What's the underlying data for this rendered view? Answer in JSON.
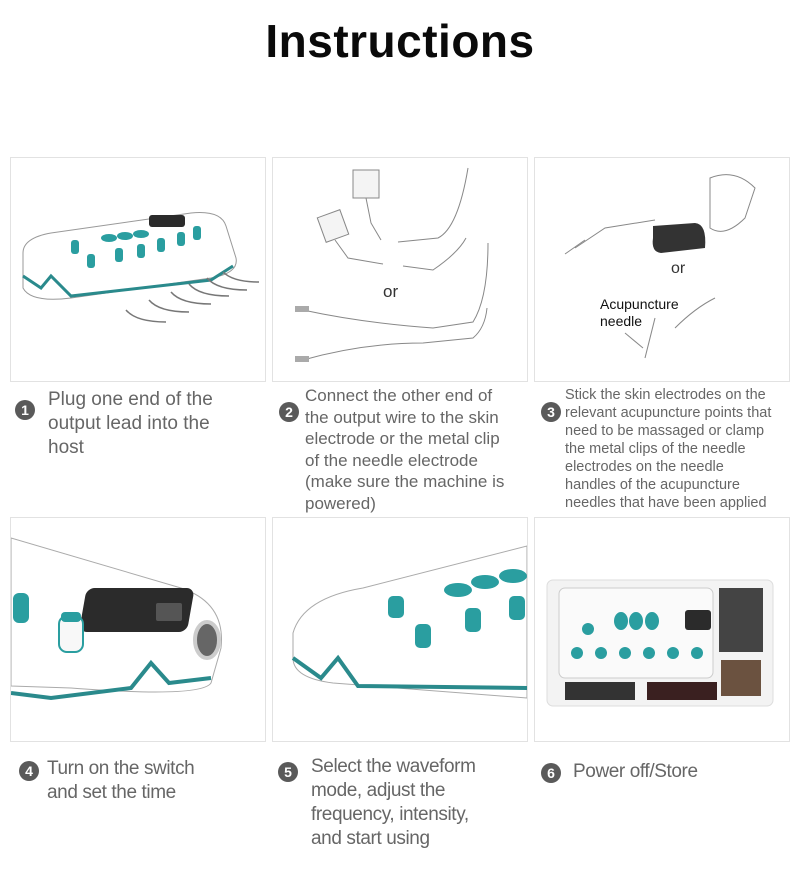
{
  "title": "Instructions",
  "steps": [
    {
      "number": "1",
      "text": "Plug one end of the\noutput lead into the\nhost",
      "image": "device-with-output-leads"
    },
    {
      "number": "2",
      "text": "Connect the other end of\nthe output wire to the skin\nelectrode or the metal clip\nof the needle electrode\n(make sure the machine is\npowered)",
      "image": "skin-electrodes-or-metal-clips",
      "image_labels": {
        "or": "or"
      }
    },
    {
      "number": "3",
      "text": "Stick the skin electrodes on the\nrelevant acupuncture points that\nneed to be massaged or clamp\nthe metal clips of the needle\nelectrodes on the needle\nhandles of the acupuncture\nneedles that have been applied",
      "image": "apply-electrode-or-needle-clip",
      "image_labels": {
        "or": "or",
        "needle": "Acupuncture\nneedle"
      }
    },
    {
      "number": "4",
      "text": "Turn on the switch\nand set the time",
      "image": "power-switch-closeup"
    },
    {
      "number": "5",
      "text": "Select the waveform\nmode, adjust the\nfrequency, intensity,\nand start using",
      "image": "waveform-knobs-closeup"
    },
    {
      "number": "6",
      "text": "Power off/Store",
      "image": "device-in-storage-box"
    }
  ],
  "colors": {
    "accent": "#2a9ea0",
    "badge": "#5a5a5a",
    "text": "#666666",
    "border": "#e2e2e2"
  }
}
